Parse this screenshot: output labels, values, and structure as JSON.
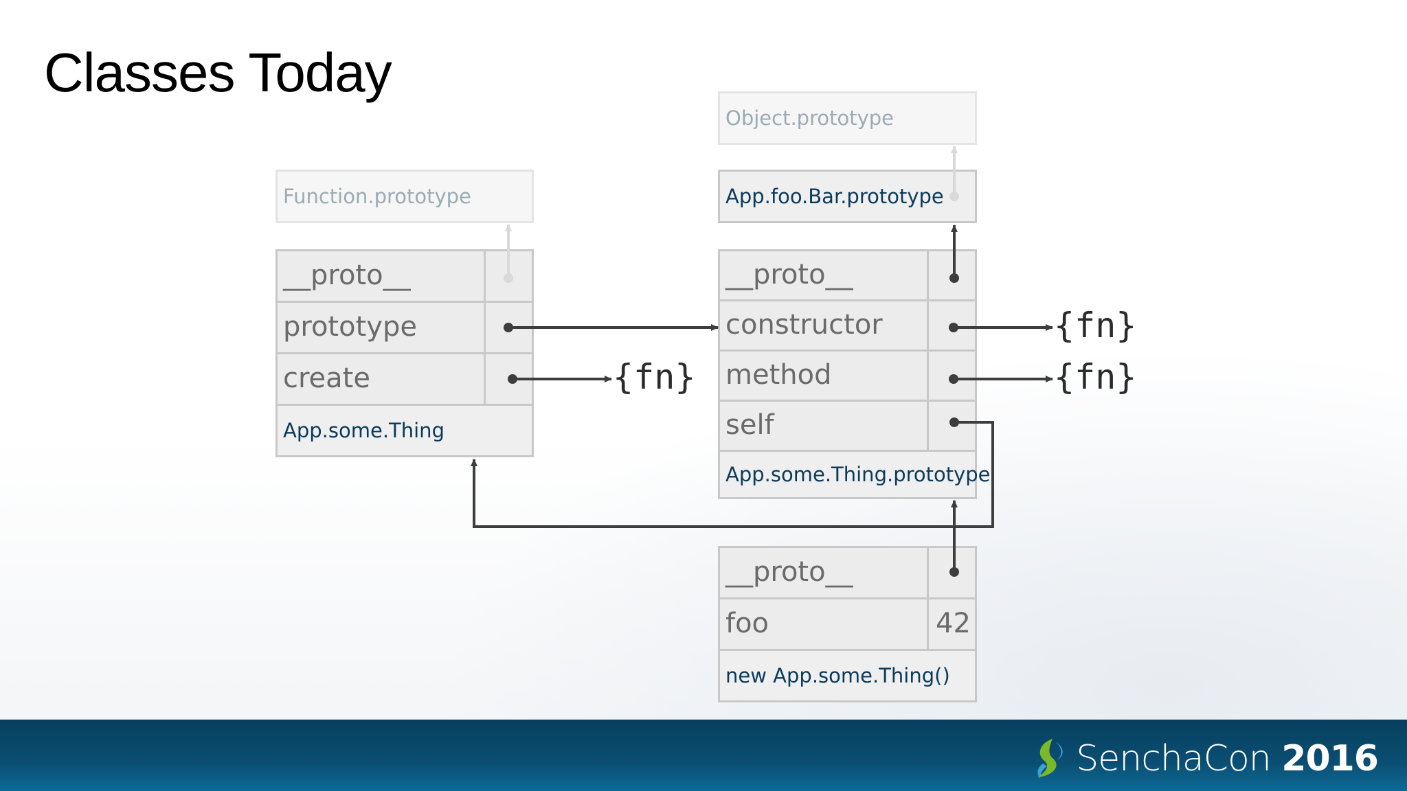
{
  "slide": {
    "title": "Classes Today"
  },
  "function_prototype": {
    "label": "Function.prototype"
  },
  "class_box": {
    "rows": [
      "__proto__",
      "prototype",
      "create"
    ],
    "caption": "App.some.Thing"
  },
  "object_prototype": {
    "label": "Object.prototype"
  },
  "bar_prototype": {
    "label": "App.foo.Bar.prototype"
  },
  "proto_box": {
    "rows": [
      "__proto__",
      "constructor",
      "method",
      "self"
    ],
    "caption": "App.some.Thing.prototype"
  },
  "instance_box": {
    "rows": [
      "__proto__",
      "foo"
    ],
    "foo_value": "42",
    "caption": "new App.some.Thing()"
  },
  "fn_label": "{fn}",
  "footer": {
    "brand": "SenchaCon",
    "year": "2016"
  },
  "colors": {
    "footer": "#0a4e72",
    "wire": "#3d3d3d",
    "caption_text": "#0b3a5a",
    "logo_green": "#7ab929"
  }
}
